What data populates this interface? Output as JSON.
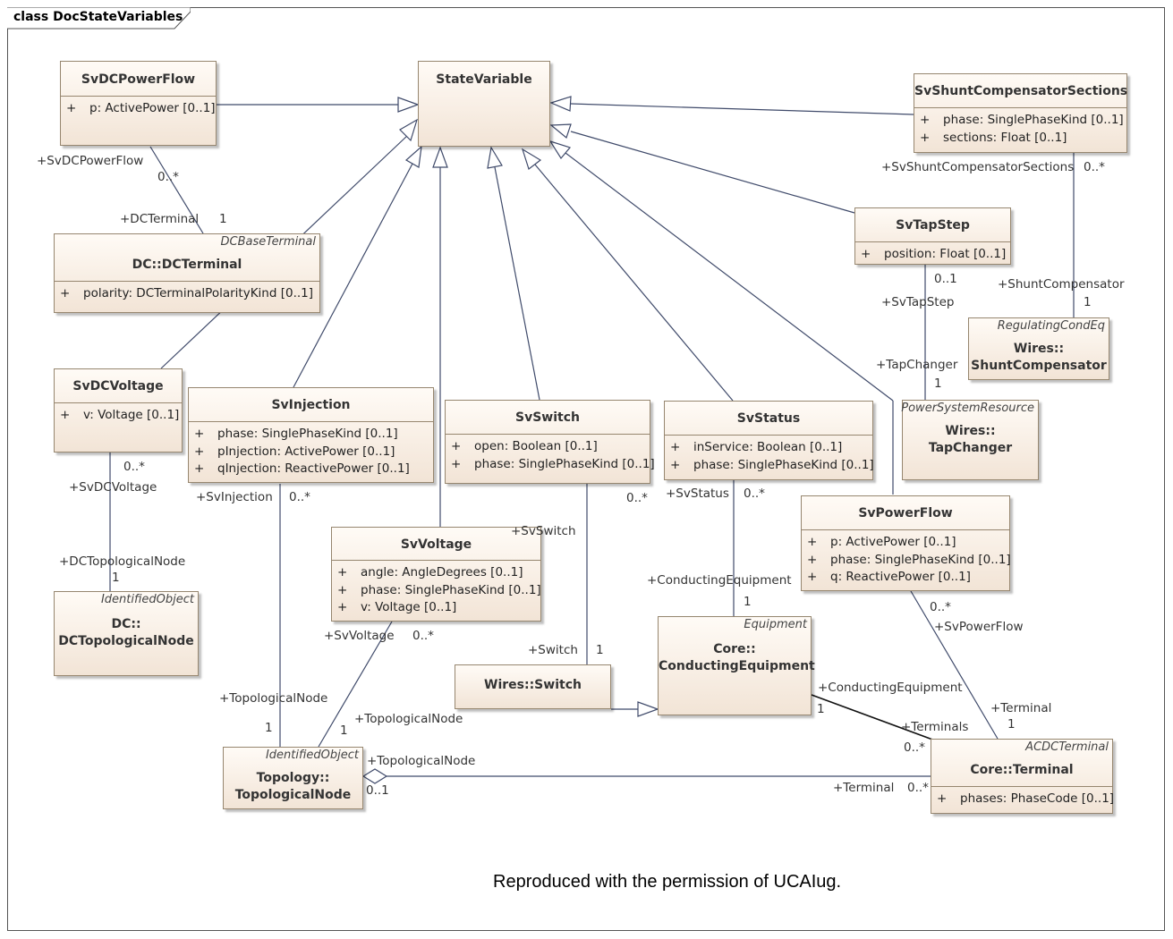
{
  "diagram": {
    "title": "class DocStateVariables",
    "caption": "Reproduced with the permission of UCAIug."
  },
  "classes": {
    "statevariable": {
      "name": "StateVariable"
    },
    "svdcpowerflow": {
      "name": "SvDCPowerFlow",
      "attrs": [
        {
          "vis": "+",
          "text": "p: ActivePower [0..1]"
        }
      ]
    },
    "dcterminal": {
      "stereotype": "DCBaseTerminal",
      "name": "DC::DCTerminal",
      "attrs": [
        {
          "vis": "+",
          "text": "polarity: DCTerminalPolarityKind [0..1]"
        }
      ]
    },
    "svdcvoltage": {
      "name": "SvDCVoltage",
      "attrs": [
        {
          "vis": "+",
          "text": "v: Voltage [0..1]"
        }
      ]
    },
    "dctopologicalnode": {
      "stereotype": "IdentifiedObject",
      "name1": "DC::",
      "name2": "DCTopologicalNode"
    },
    "svinjection": {
      "name": "SvInjection",
      "attrs": [
        {
          "vis": "+",
          "text": "phase: SinglePhaseKind [0..1]"
        },
        {
          "vis": "+",
          "text": "pInjection: ActivePower [0..1]"
        },
        {
          "vis": "+",
          "text": "qInjection: ReactivePower [0..1]"
        }
      ]
    },
    "svvoltage": {
      "name": "SvVoltage",
      "attrs": [
        {
          "vis": "+",
          "text": "angle: AngleDegrees [0..1]"
        },
        {
          "vis": "+",
          "text": "phase: SinglePhaseKind [0..1]"
        },
        {
          "vis": "+",
          "text": "v: Voltage [0..1]"
        }
      ]
    },
    "topologicalnode": {
      "stereotype": "IdentifiedObject",
      "name1": "Topology::",
      "name2": "TopologicalNode"
    },
    "svswitch": {
      "name": "SvSwitch",
      "attrs": [
        {
          "vis": "+",
          "text": "open: Boolean [0..1]"
        },
        {
          "vis": "+",
          "text": "phase: SinglePhaseKind [0..1]"
        }
      ]
    },
    "wiresswitch": {
      "name": "Wires::Switch"
    },
    "svstatus": {
      "name": "SvStatus",
      "attrs": [
        {
          "vis": "+",
          "text": "inService: Boolean [0..1]"
        },
        {
          "vis": "+",
          "text": "phase: SinglePhaseKind [0..1]"
        }
      ]
    },
    "conductingequipment": {
      "stereotype": "Equipment",
      "name1": "Core::",
      "name2": "ConductingEquipment"
    },
    "svpowerflow": {
      "name": "SvPowerFlow",
      "attrs": [
        {
          "vis": "+",
          "text": "p: ActivePower [0..1]"
        },
        {
          "vis": "+",
          "text": "phase: SinglePhaseKind [0..1]"
        },
        {
          "vis": "+",
          "text": "q: ReactivePower [0..1]"
        }
      ]
    },
    "terminal": {
      "stereotype": "ACDCTerminal",
      "name": "Core::Terminal",
      "attrs": [
        {
          "vis": "+",
          "text": "phases: PhaseCode [0..1]"
        }
      ]
    },
    "svtapstep": {
      "name": "SvTapStep",
      "attrs": [
        {
          "vis": "+",
          "text": "position: Float [0..1]"
        }
      ]
    },
    "tapchanger": {
      "stereotype": "PowerSystemResource",
      "name1": "Wires::",
      "name2": "TapChanger"
    },
    "svshunt": {
      "name": "SvShuntCompensatorSections",
      "attrs": [
        {
          "vis": "+",
          "text": "phase: SinglePhaseKind [0..1]"
        },
        {
          "vis": "+",
          "text": "sections: Float [0..1]"
        }
      ]
    },
    "shuntcompensator": {
      "stereotype": "RegulatingCondEq",
      "name1": "Wires::",
      "name2": "ShuntCompensator"
    }
  },
  "labels": {
    "svdcpowerflow_role": "+SvDCPowerFlow",
    "svdcpowerflow_mult": "0..*",
    "dcterminal_role": "+DCTerminal",
    "dcterminal_mult": "1",
    "svdcvoltage_mult": "0..*",
    "svdcvoltage_role": "+SvDCVoltage",
    "dctopo_role": "+DCTopologicalNode",
    "dctopo_mult": "1",
    "svinjection_role": "+SvInjection",
    "svinjection_mult": "0..*",
    "inj_topo_role": "+TopologicalNode",
    "inj_topo_mult": "1",
    "svvoltage_role": "+SvVoltage",
    "svvoltage_mult": "0..*",
    "volt_topo_role": "+TopologicalNode",
    "volt_topo_mult": "1",
    "svswitch_role": "+SvSwitch",
    "svswitch_mult": "0..*",
    "switch_role": "+Switch",
    "switch_mult": "1",
    "svstatus_role": "+SvStatus",
    "svstatus_mult": "0..*",
    "ce_role_status": "+ConductingEquipment",
    "ce_mult_status": "1",
    "ce_role_term": "+ConductingEquipment",
    "ce_mult_term": "1",
    "terminals_role": "+Terminals",
    "terminals_mult": "0..*",
    "svpowerflow_mult": "0..*",
    "svpowerflow_role": "+SvPowerFlow",
    "terminal_role": "+Terminal",
    "terminal_mult": "1",
    "topo_term_role": "+TopologicalNode",
    "topo_term_mult": "0..1",
    "term_topo_role": "+Terminal",
    "term_topo_mult": "0..*",
    "svtapstep_mult": "0..1",
    "svtapstep_role": "+SvTapStep",
    "tapchanger_role": "+TapChanger",
    "tapchanger_mult": "1",
    "svshunt_role": "+SvShuntCompensatorSections",
    "svshunt_mult": "0..*",
    "shunt_role": "+ShuntCompensator",
    "shunt_mult": "1"
  }
}
